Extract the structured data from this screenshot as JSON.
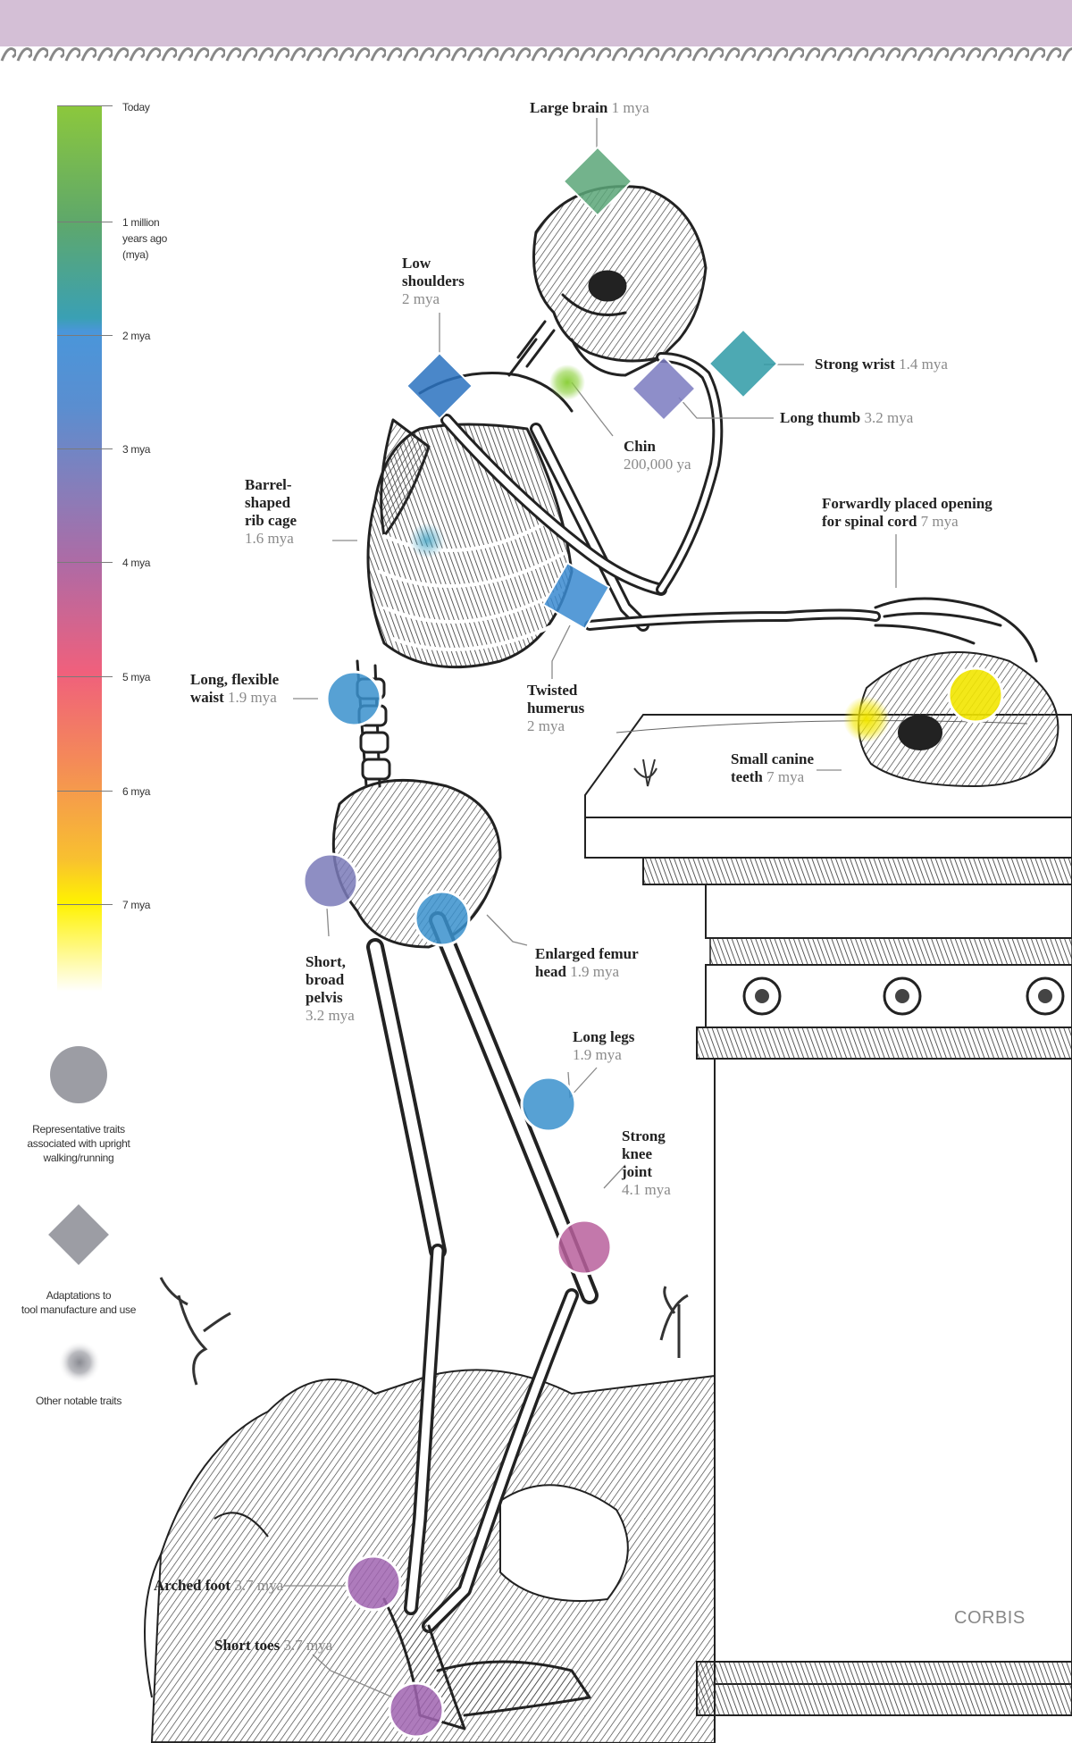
{
  "colors": {
    "top_band": "#d4bfd6",
    "scale_top": "#8cc83c",
    "scale_bottom": "#fff200",
    "marker_gray": "#9c9da4"
  },
  "timescale": {
    "ticks": [
      {
        "label": "Today"
      },
      {
        "label": "1 million\nyears ago\n(mya)"
      },
      {
        "label": "2 mya"
      },
      {
        "label": "3 mya"
      },
      {
        "label": "4 mya"
      },
      {
        "label": "5 mya"
      },
      {
        "label": "6 mya"
      },
      {
        "label": "7 mya"
      }
    ]
  },
  "legend": [
    {
      "shape": "circle",
      "text": "Representative traits\nassociated with upright\nwalking/running"
    },
    {
      "shape": "diamond",
      "text": "Adaptations to\ntool manufacture and use"
    },
    {
      "shape": "blur",
      "text": "Other notable traits"
    }
  ],
  "traits": [
    {
      "id": "large-brain",
      "name": "Large brain",
      "age": "1 mya",
      "shape": "diamond",
      "color": "#5aa678"
    },
    {
      "id": "low-shoulders",
      "name": [
        "Low",
        "shoulders"
      ],
      "age": "2 mya",
      "shape": "diamond",
      "color": "#3a7ec8"
    },
    {
      "id": "strong-wrist",
      "name": "Strong wrist",
      "age": "1.4 mya",
      "shape": "diamond",
      "color": "#3a9aa6"
    },
    {
      "id": "long-thumb",
      "name": "Long thumb",
      "age": "3.2 mya",
      "shape": "diamond",
      "color": "#7a7ac0"
    },
    {
      "id": "chin",
      "name": "Chin",
      "age": "200,000 ya",
      "shape": "blur",
      "color": "#8cd03c"
    },
    {
      "id": "rib-cage",
      "name": [
        "Barrel-",
        "shaped",
        "rib cage"
      ],
      "age": "1.6 mya",
      "shape": "blur",
      "color": "#3a9ec0"
    },
    {
      "id": "spinal-opening",
      "name": [
        "Forwardly placed opening",
        "for spinal cord"
      ],
      "age": "7 mya",
      "shape": "circle",
      "color": "#f2e600"
    },
    {
      "id": "twisted-humerus",
      "name": [
        "Twisted",
        "humerus"
      ],
      "age": "2 mya",
      "shape": "diamond",
      "color": "#3a8ad0"
    },
    {
      "id": "waist",
      "name": [
        "Long, flexible",
        "waist"
      ],
      "age": "1.9 mya",
      "shape": "circle",
      "color": "#3a90cc"
    },
    {
      "id": "canine-teeth",
      "name": [
        "Small canine",
        "teeth"
      ],
      "age": "7 mya",
      "shape": "blur",
      "color": "#f2e600"
    },
    {
      "id": "pelvis",
      "name": [
        "Short,",
        "broad",
        "pelvis"
      ],
      "age": "3.2 mya",
      "shape": "circle",
      "color": "#7a7ab8"
    },
    {
      "id": "femur-head",
      "name": [
        "Enlarged femur",
        "head"
      ],
      "age": "1.9 mya",
      "shape": "circle",
      "color": "#3a90cc"
    },
    {
      "id": "long-legs",
      "name": "Long legs",
      "age": "1.9 mya",
      "shape": "circle",
      "color": "#3a90cc"
    },
    {
      "id": "knee-joint",
      "name": [
        "Strong",
        "knee",
        "joint"
      ],
      "age": "4.1 mya",
      "shape": "circle",
      "color": "#b8609c"
    },
    {
      "id": "arched-foot",
      "name": "Arched foot",
      "age": "3.7 mya",
      "shape": "circle",
      "color": "#a064b0"
    },
    {
      "id": "short-toes",
      "name": "Short toes",
      "age": "3.7 mya",
      "shape": "circle",
      "color": "#a064b0"
    }
  ],
  "credit": "CORBIS"
}
